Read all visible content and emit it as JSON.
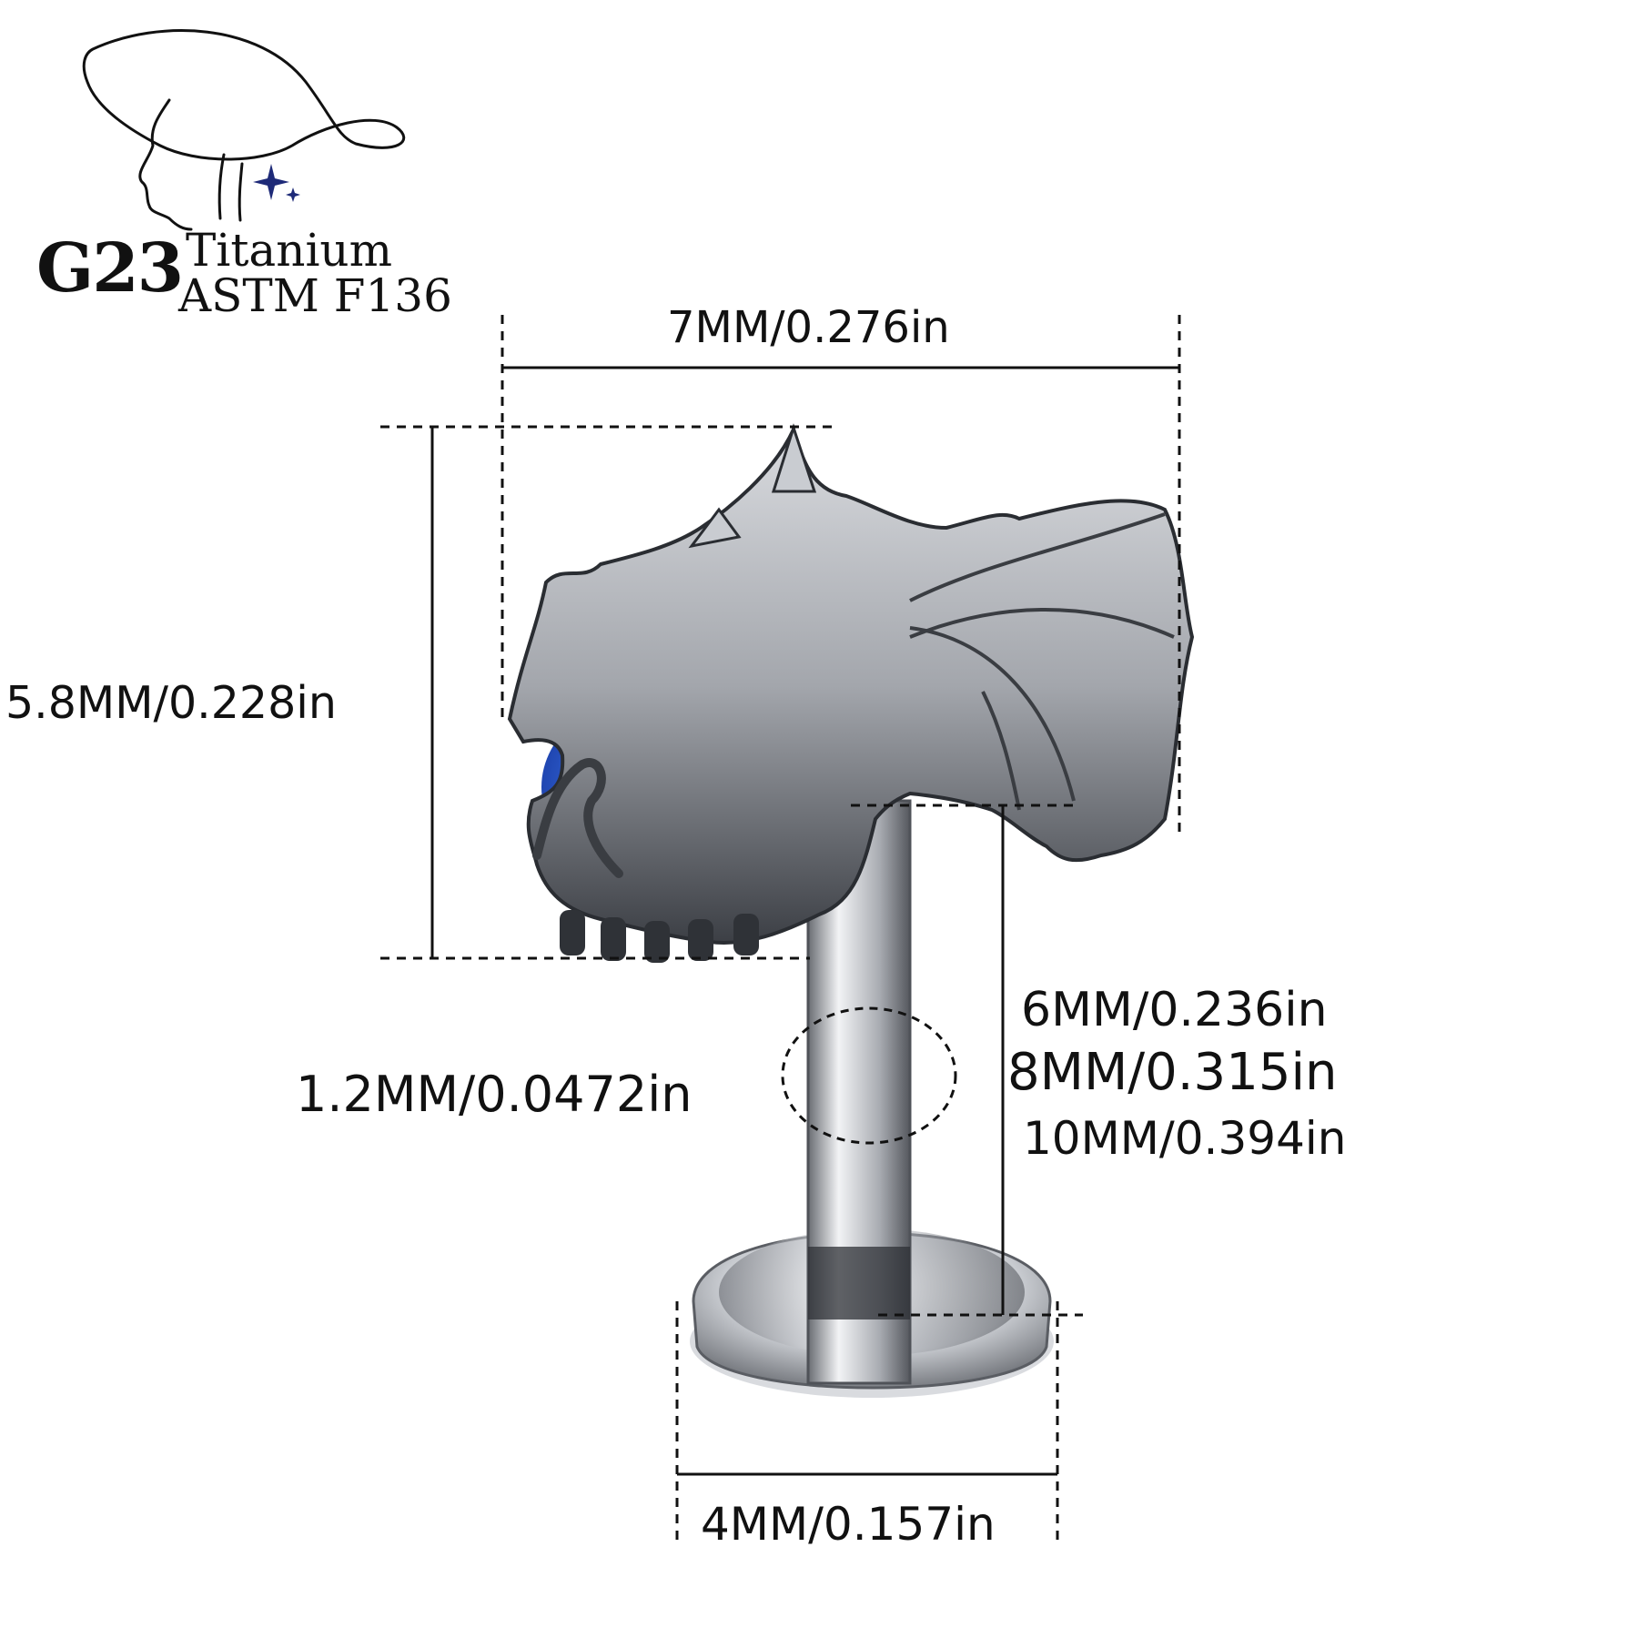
{
  "brand": {
    "logo_icon": "woman-with-hat-logo",
    "grade": "G23",
    "material": "Titanium",
    "standard": "ASTM F136"
  },
  "dimensions": {
    "top_width": "7MM/0.276in",
    "top_height": "5.8MM/0.228in",
    "bar_gauge": "1.2MM/0.0472in",
    "bar_length_1": "6MM/0.236in",
    "bar_length_2": "8MM/0.315in",
    "bar_length_3": "10MM/0.394in",
    "disc_diameter": "4MM/0.157in"
  },
  "product": {
    "type": "dragon-labret-stud-icon",
    "gem_color": "#3b6fe0",
    "metal_color": "#b9bcc2"
  }
}
